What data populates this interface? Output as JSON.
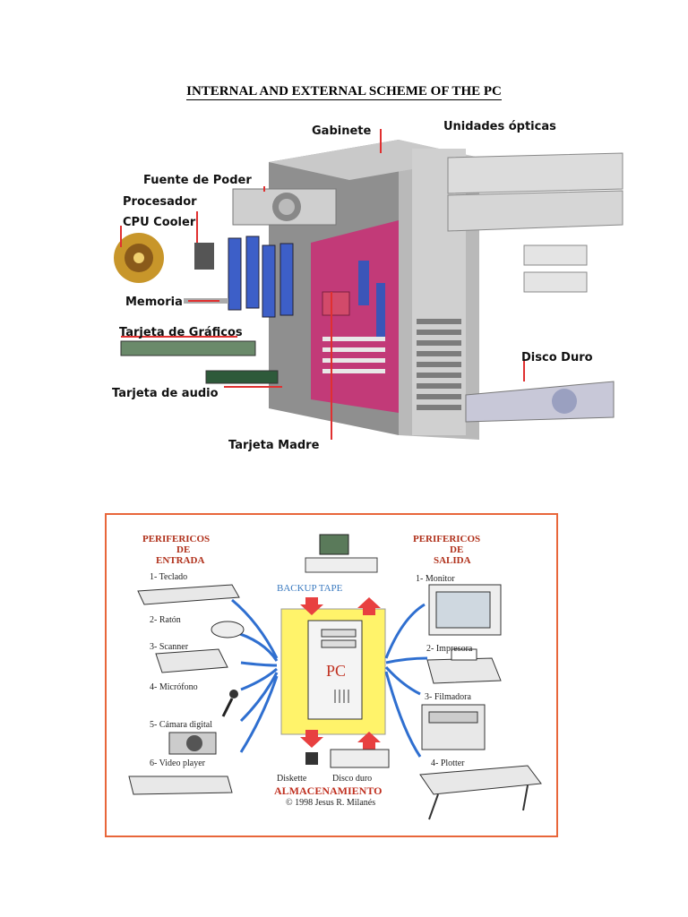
{
  "document": {
    "title": "INTERNAL AND EXTERNAL SCHEME OF THE PC"
  },
  "internal": {
    "labels": {
      "gabinete": "Gabinete",
      "unidades_opticas": "Unidades ópticas",
      "fuente": "Fuente de Poder",
      "procesador": "Procesador",
      "cpu_cooler": "CPU Cooler",
      "memoria": "Memoria",
      "graficos": "Tarjeta de Gráficos",
      "disco_duro": "Disco Duro",
      "audio": "Tarjeta de audio",
      "madre": "Tarjeta Madre"
    },
    "accent_color": "#e03030"
  },
  "external": {
    "input_heading": [
      "PERIFERICOS",
      "DE",
      "ENTRADA"
    ],
    "output_heading": [
      "PERIFERICOS",
      "DE",
      "SALIDA"
    ],
    "inputs": [
      "1- Teclado",
      "2- Ratón",
      "3- Scanner",
      "4- Micrófono",
      "5- Cámara digital",
      "6- Video player"
    ],
    "outputs": [
      "1- Monitor",
      "2- Impresora",
      "3- Filmadora",
      "4- Plotter"
    ],
    "backup": "BACKUP  TAPE",
    "pc": "PC",
    "diskette": "Diskette",
    "disco": "Disco duro",
    "storage": "ALMACENAMIENTO",
    "copyright": "© 1998 Jesus R. Milanés",
    "border_color": "#e8663a",
    "arrow_color": "#2f6fd0"
  }
}
